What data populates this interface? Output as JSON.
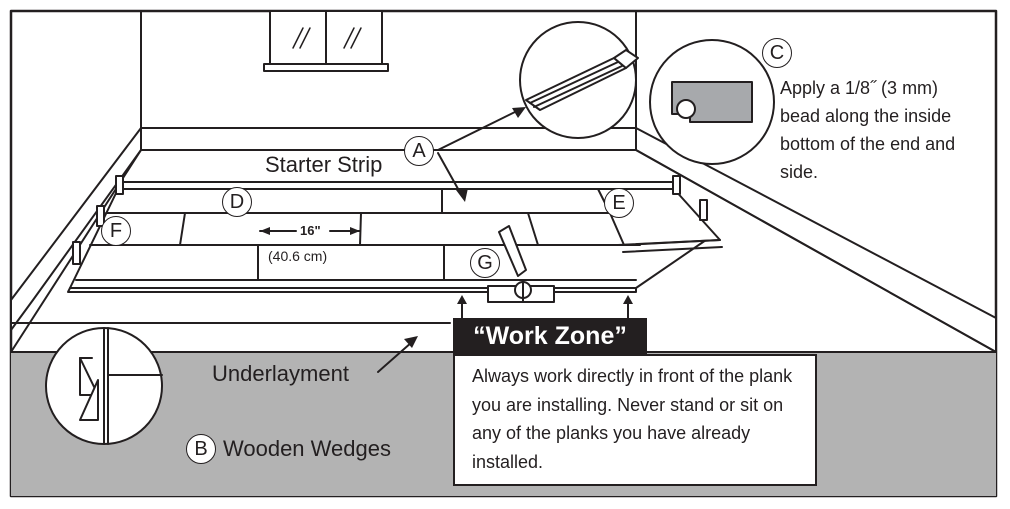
{
  "labels": {
    "starter_strip": "Starter Strip",
    "underlayment": "Underlayment",
    "wooden_wedges": "Wooden Wedges",
    "dimension_imperial": "16\"",
    "dimension_metric": "(40.6 cm)",
    "work_zone_title": "“Work Zone”",
    "work_zone_text": "Always work directly in front of the plank you are installing. Never stand or sit on any of the planks you have already installed.",
    "callout_c_text": "Apply a 1/8˝ (3 mm) bead along the inside bottom of the end and side."
  },
  "letters": {
    "a": "A",
    "b": "B",
    "c": "C",
    "d": "D",
    "e": "E",
    "f": "F",
    "g": "G"
  },
  "colors": {
    "ink": "#231f20",
    "underlayment_gray": "#b3b3b3",
    "wedge_end_gray": "#a7a9ac",
    "background": "#ffffff"
  }
}
